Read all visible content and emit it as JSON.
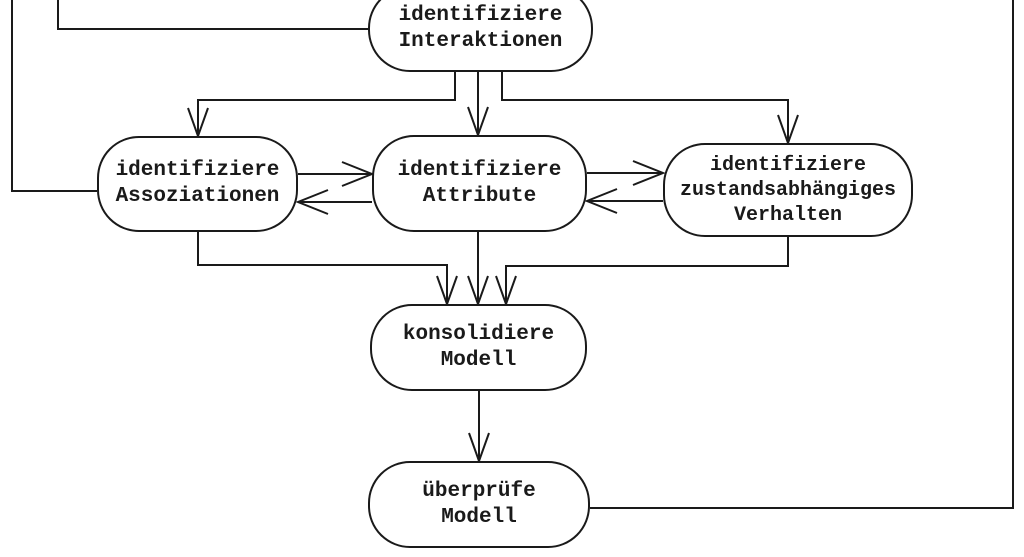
{
  "diagram": {
    "colors": {
      "background": "#ffffff",
      "stroke": "#1a1a1a",
      "text": "#1a1a1a"
    },
    "nodes": [
      {
        "id": "identifiziere-interaktionen",
        "lines": [
          "identifiziere",
          "Interaktionen"
        ]
      },
      {
        "id": "identifiziere-assoziationen",
        "lines": [
          "identifiziere",
          "Assoziationen"
        ]
      },
      {
        "id": "identifiziere-attribute",
        "lines": [
          "identifiziere",
          "Attribute"
        ]
      },
      {
        "id": "identifiziere-zustandsabhaengiges-verhalten",
        "lines": [
          "identifiziere",
          "zustandsabhängiges",
          "Verhalten"
        ]
      },
      {
        "id": "konsolidiere-modell",
        "lines": [
          "konsolidiere",
          "Modell"
        ]
      },
      {
        "id": "ueberpruefe-modell",
        "lines": [
          "überprüfe",
          "Modell"
        ]
      }
    ],
    "edges": [
      {
        "from": "offscreen-top",
        "to": "identifiziere-assoziationen",
        "arrowhead": false
      },
      {
        "from": "offscreen-top",
        "to": "identifiziere-interaktionen",
        "arrowhead": false
      },
      {
        "from": "identifiziere-interaktionen",
        "to": "identifiziere-assoziationen",
        "arrowhead": true
      },
      {
        "from": "identifiziere-interaktionen",
        "to": "identifiziere-attribute",
        "arrowhead": true
      },
      {
        "from": "identifiziere-interaktionen",
        "to": "identifiziere-zustandsabhaengiges-verhalten",
        "arrowhead": true
      },
      {
        "from": "identifiziere-assoziationen",
        "to": "identifiziere-attribute",
        "arrowhead": true
      },
      {
        "from": "identifiziere-attribute",
        "to": "identifiziere-assoziationen",
        "arrowhead": true
      },
      {
        "from": "identifiziere-attribute",
        "to": "identifiziere-zustandsabhaengiges-verhalten",
        "arrowhead": true
      },
      {
        "from": "identifiziere-zustandsabhaengiges-verhalten",
        "to": "identifiziere-attribute",
        "arrowhead": true
      },
      {
        "from": "identifiziere-assoziationen",
        "to": "konsolidiere-modell",
        "arrowhead": true
      },
      {
        "from": "identifiziere-attribute",
        "to": "konsolidiere-modell",
        "arrowhead": true
      },
      {
        "from": "identifiziere-zustandsabhaengiges-verhalten",
        "to": "konsolidiere-modell",
        "arrowhead": true
      },
      {
        "from": "konsolidiere-modell",
        "to": "ueberpruefe-modell",
        "arrowhead": true
      },
      {
        "from": "ueberpruefe-modell",
        "to": "offscreen-top-right",
        "arrowhead": false
      }
    ]
  }
}
